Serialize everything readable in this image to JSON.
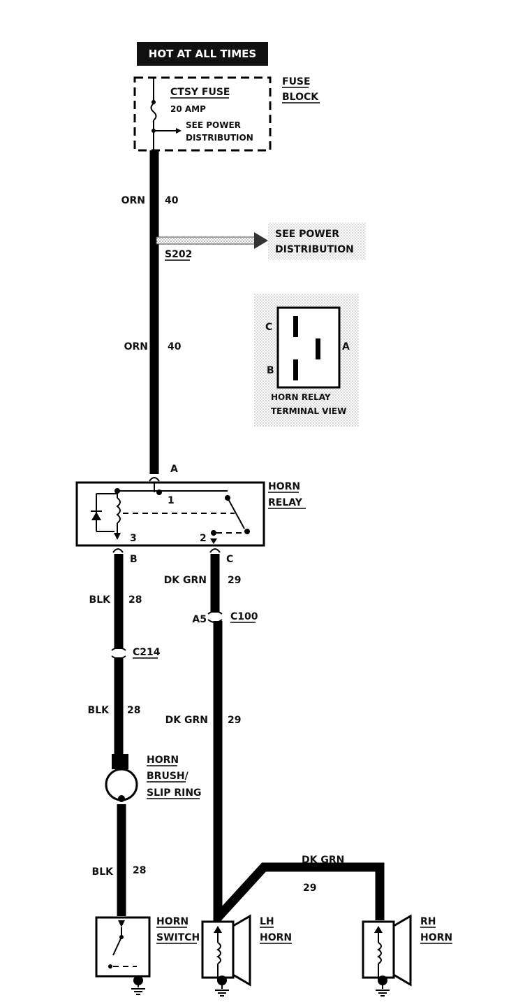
{
  "header": {
    "hot_label": "HOT AT ALL TIMES"
  },
  "fuse": {
    "name": "CTSY FUSE",
    "rating": "20 AMP",
    "see_line1": "SEE POWER",
    "see_line2": "DISTRIBUTION",
    "block_line1": "FUSE",
    "block_line2": "BLOCK"
  },
  "wires": {
    "orn_top": {
      "color": "ORN",
      "circuit": "40"
    },
    "orn_mid": {
      "color": "ORN",
      "circuit": "40"
    },
    "dkgrn_top": {
      "color": "DK GRN",
      "circuit": "29"
    },
    "dkgrn_mid": {
      "color": "DK GRN",
      "circuit": "29"
    },
    "dkgrn_bottom": {
      "color": "DK GRN",
      "circuit": "29"
    },
    "blk_top": {
      "color": "BLK",
      "circuit": "28"
    },
    "blk_mid": {
      "color": "BLK",
      "circuit": "28"
    },
    "blk_bottom": {
      "color": "BLK",
      "circuit": "28"
    }
  },
  "splice": {
    "id": "S202",
    "see_line1": "SEE POWER",
    "see_line2": "DISTRIBUTION"
  },
  "terminal_view": {
    "pin_c": "C",
    "pin_a": "A",
    "pin_b": "B",
    "caption_line1": "HORN RELAY",
    "caption_line2": "TERMINAL VIEW"
  },
  "relay": {
    "title_line1": "HORN",
    "title_line2": "RELAY",
    "terminal_a": "A",
    "terminal_b": "B",
    "terminal_c": "C",
    "pin_1": "1",
    "pin_2": "2",
    "pin_3": "3"
  },
  "connectors": {
    "c100": "C100",
    "c100_pin": "A5",
    "c214": "C214"
  },
  "brush": {
    "line1": "HORN",
    "line2": "BRUSH/",
    "line3": "SLIP RING"
  },
  "horn_switch": {
    "line1": "HORN",
    "line2": "SWITCH"
  },
  "lh_horn": {
    "line1": "LH",
    "line2": "HORN"
  },
  "rh_horn": {
    "line1": "RH",
    "line2": "HORN"
  }
}
